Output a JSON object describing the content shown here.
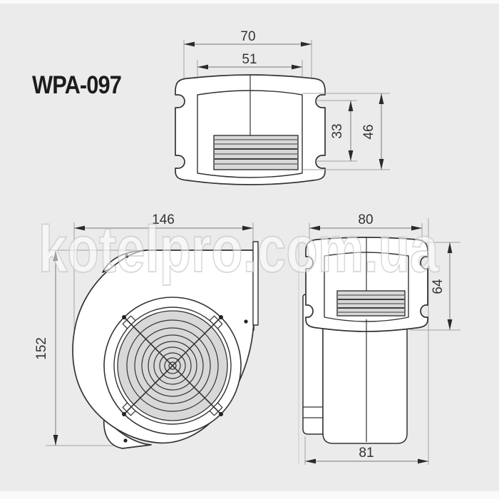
{
  "title": "WPA-097",
  "watermark": "kotelpro.com.ua",
  "colors": {
    "background": "#ebebeb",
    "outline": "#333333",
    "hatch_fill": "#d8d8d8",
    "dimension_line": "#787878",
    "extension_line": "#a3a3a3",
    "text": "#333333",
    "watermark": "#ffffff"
  },
  "dimensions": {
    "top_view": {
      "outer_width": "70",
      "inner_width": "51",
      "notch_spacing": "33",
      "inner_depth": "46"
    },
    "front_view": {
      "width": "146",
      "height": "152"
    },
    "side_view": {
      "top_width": "80",
      "upper_height": "64",
      "bottom_width": "81"
    }
  }
}
